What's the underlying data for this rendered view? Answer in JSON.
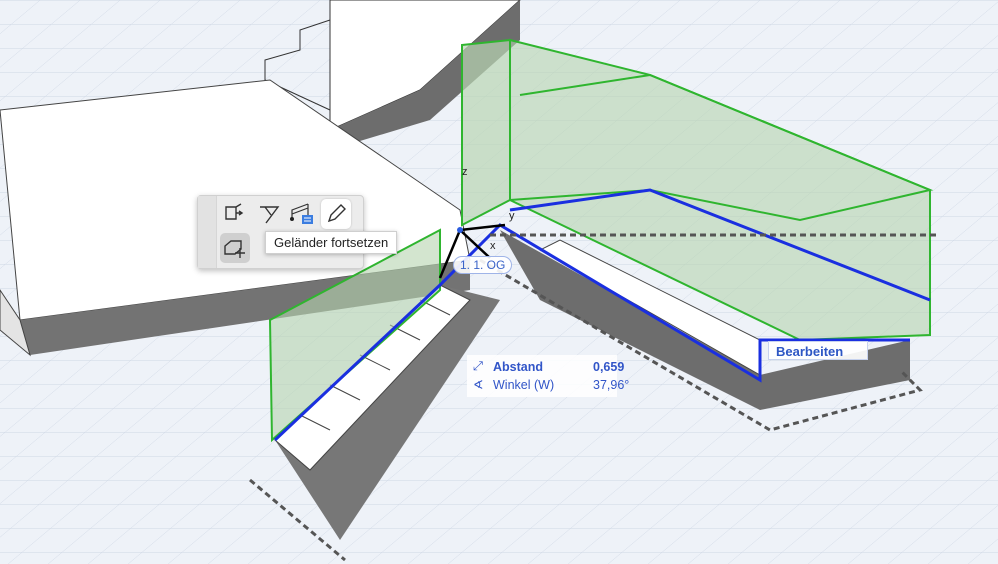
{
  "toolbar": {
    "items": [
      {
        "name": "transform-icon"
      },
      {
        "name": "angle-icon"
      },
      {
        "name": "railing-settings-icon"
      },
      {
        "name": "pencil-icon"
      },
      {
        "name": "move-icon"
      }
    ]
  },
  "tooltip": "Geländer fortsetzen",
  "story_label": "1. 1. OG",
  "edit_label": "Bearbeiten",
  "tracker": {
    "distance_label": "Abstand",
    "distance_value": "0,659",
    "angle_label": "Winkel (W)",
    "angle_value": "37,96°"
  },
  "axes": {
    "x": "x",
    "y": "y",
    "z": "z"
  },
  "colors": {
    "railing": "#2fb52f",
    "selection": "#1a2fe0",
    "background": "#eef2f8"
  }
}
